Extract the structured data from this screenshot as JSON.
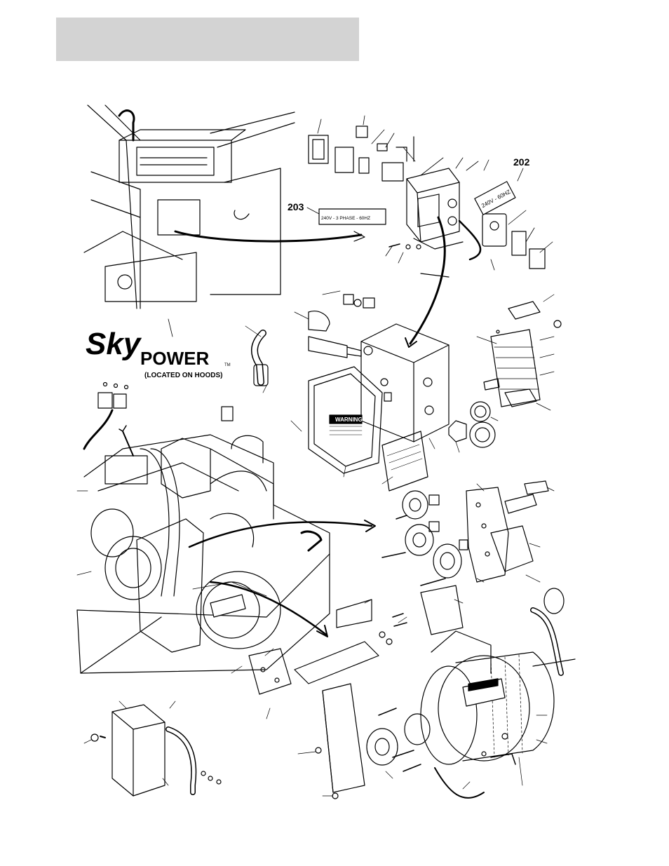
{
  "header": {
    "title": ""
  },
  "callouts": {
    "c202": "202",
    "c203": "203"
  },
  "decals": {
    "label_202": "240V - 60HZ",
    "label_203": "240V - 3 PHASE - 60HZ",
    "brand_sky": "Sky",
    "brand_power": "POWER",
    "brand_tm": "TM",
    "brand_note": "(LOCATED ON HOODS)",
    "warning_text": "WARNING"
  }
}
